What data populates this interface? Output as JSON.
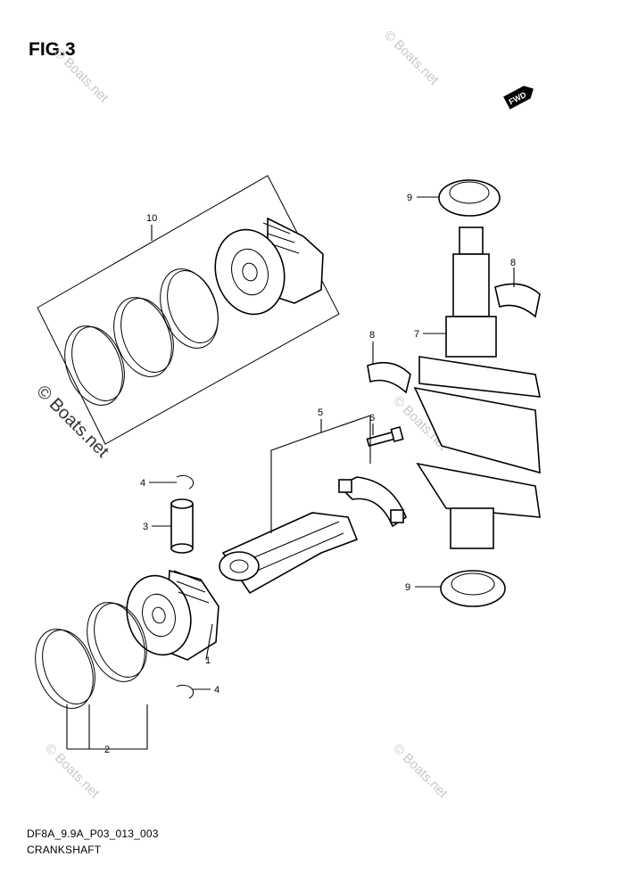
{
  "figure_label": "FIG.3",
  "drawing_code": "DF8A_9.9A_P03_013_003",
  "caption": "CRANKSHAFT",
  "fwd_label": "FWD",
  "watermark": "© Boats.net",
  "callouts": [
    "1",
    "2",
    "3",
    "4",
    "4",
    "5",
    "6",
    "7",
    "8",
    "8",
    "9",
    "9",
    "10"
  ]
}
